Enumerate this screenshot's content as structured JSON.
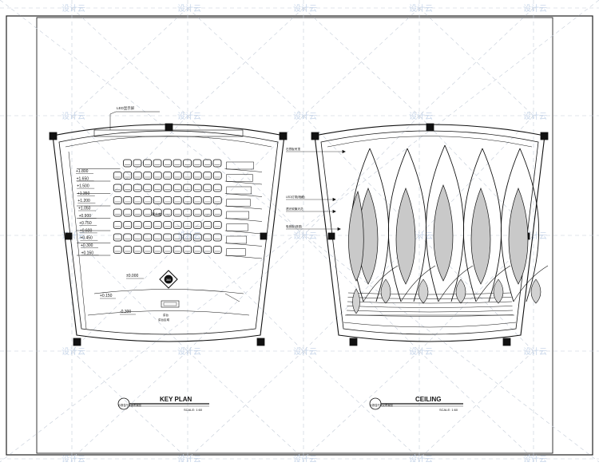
{
  "drawing": {
    "key_plan": {
      "title": "KEY PLAN",
      "scale": "SCALE: 1:60",
      "circle_note": "小报告厅平面布置图",
      "center_mark": "360",
      "levels": [
        "+1.800",
        "+1.650",
        "+1.500",
        "+1.350",
        "+1.200",
        "+1.050",
        "+0.900",
        "+0.750",
        "+0.600",
        "+0.450",
        "+0.300",
        "+0.150"
      ],
      "floor_level": "±0.000",
      "lower_level": "+0.150",
      "stage_level": "-0.300",
      "seat_rows": [
        10,
        11,
        11,
        11,
        11,
        11,
        11,
        11
      ],
      "callout": "LED显示屏"
    },
    "ceiling": {
      "title": "CEILING",
      "scale": "SCALE: 1:60",
      "circle_note": "小报告厅天花布置图",
      "leaf_count": 5,
      "callouts": [
        "石膏板吊顶",
        "LED灯带(暗藏)",
        "透光软膜天花",
        "吸音板(造型)"
      ]
    }
  },
  "watermark": {
    "text": "设计云",
    "color": "#c9d7ea"
  },
  "colors": {
    "line": "#111111",
    "grid": "#c4ccd8",
    "frame": "#222222"
  }
}
